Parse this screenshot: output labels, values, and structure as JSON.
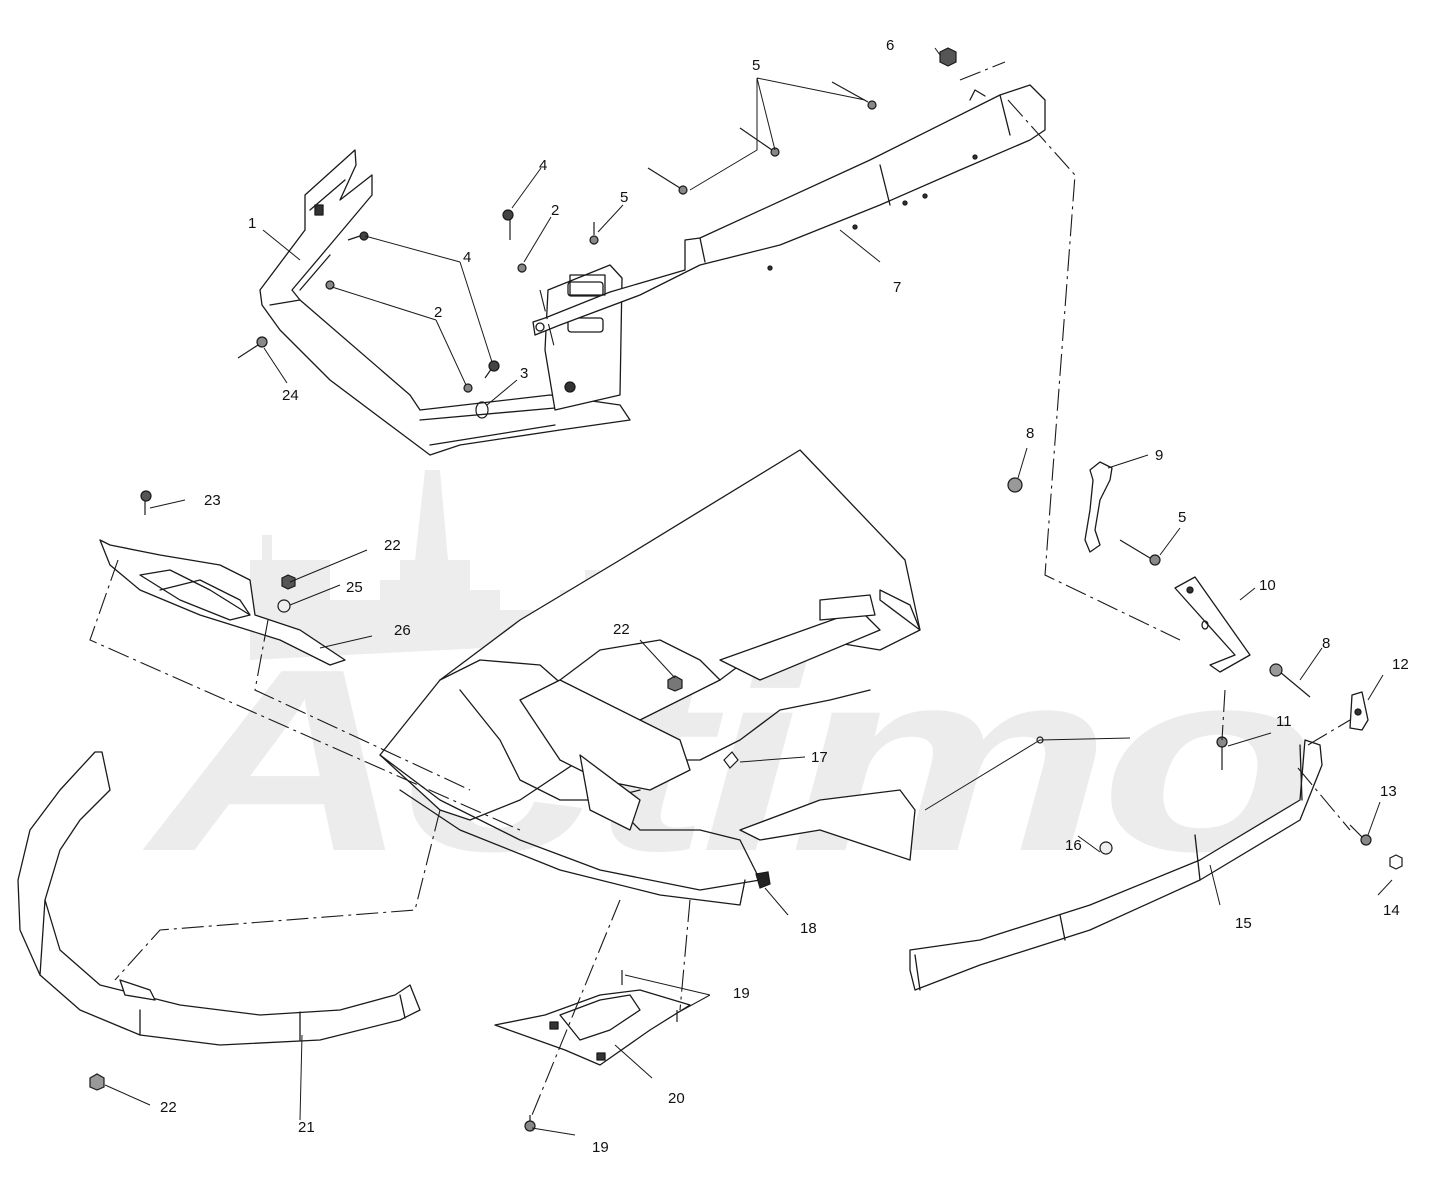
{
  "watermark": {
    "text": "Actimo",
    "color": "#e6e6e6"
  },
  "colors": {
    "line": "#1a1a1a",
    "fill": "#ffffff",
    "hatch": "#555555"
  },
  "parts": [
    {
      "id": "1",
      "label": "1"
    },
    {
      "id": "2",
      "label": "2"
    },
    {
      "id": "3",
      "label": "3"
    },
    {
      "id": "4",
      "label": "4"
    },
    {
      "id": "5",
      "label": "5"
    },
    {
      "id": "6",
      "label": "6"
    },
    {
      "id": "7",
      "label": "7"
    },
    {
      "id": "8",
      "label": "8"
    },
    {
      "id": "9",
      "label": "9"
    },
    {
      "id": "10",
      "label": "10"
    },
    {
      "id": "11",
      "label": "11"
    },
    {
      "id": "12",
      "label": "12"
    },
    {
      "id": "13",
      "label": "13"
    },
    {
      "id": "14",
      "label": "14"
    },
    {
      "id": "15",
      "label": "15"
    },
    {
      "id": "16",
      "label": "16"
    },
    {
      "id": "17",
      "label": "17"
    },
    {
      "id": "18",
      "label": "18"
    },
    {
      "id": "19",
      "label": "19"
    },
    {
      "id": "20",
      "label": "20"
    },
    {
      "id": "21",
      "label": "21"
    },
    {
      "id": "22",
      "label": "22"
    },
    {
      "id": "23",
      "label": "23"
    },
    {
      "id": "24",
      "label": "24"
    },
    {
      "id": "25",
      "label": "25"
    },
    {
      "id": "26",
      "label": "26"
    }
  ]
}
